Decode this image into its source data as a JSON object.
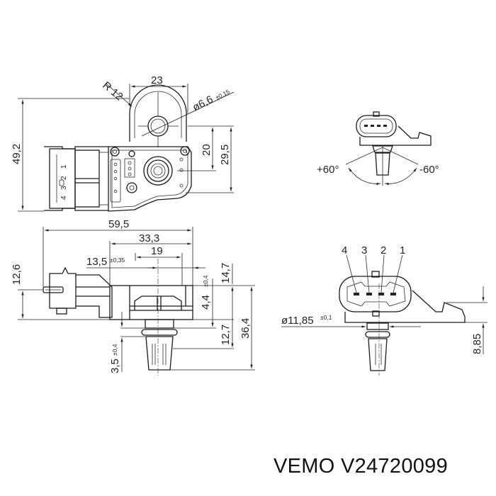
{
  "title": "VEMO V24720099",
  "views": {
    "top": {
      "dims": {
        "width_top": "23",
        "radius": "R 12",
        "bore": "ø6,6",
        "bore_tol": "±0,15",
        "height_total": "49,2",
        "h20": "20",
        "h29_5": "29,5"
      },
      "pin_labels": [
        "1",
        "2",
        "3",
        "4"
      ]
    },
    "side": {
      "dims": {
        "length_total": "59,5",
        "l33_3": "33,3",
        "l19": "19",
        "l13_5": "13,5",
        "l13_5_tol": "±0,35",
        "h12_6": "12,6",
        "h14_7": "14,7",
        "h4_4": "4,4",
        "h4_4_tol": "±0,4",
        "h12_7": "12,7",
        "h36_4": "36,4",
        "h3_5": "3,5",
        "h3_5_tol": "±0,4"
      }
    },
    "rotation": {
      "plus_angle": "+60°",
      "minus_angle": "-60°"
    },
    "front": {
      "pins": [
        "4",
        "3",
        "2",
        "1"
      ],
      "dims": {
        "diameter": "ø11,85",
        "diameter_tol": "±0,1",
        "h8_85": "8,85"
      }
    }
  }
}
